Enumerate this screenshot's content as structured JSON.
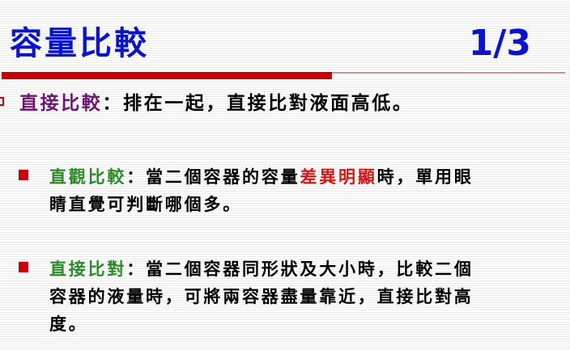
{
  "colors": {
    "title": "#0a14c8",
    "rule": "#c8000a",
    "term": "#6b1470",
    "sub_term": "#2d8a2a",
    "emphasis": "#d01818",
    "text": "#000000"
  },
  "header": {
    "title": "容量比較",
    "page_indicator": "1/3"
  },
  "main_point": {
    "bullet_icon": "hollow-square",
    "term": "直接比較",
    "separator": "：",
    "text": "排在一起，直接比對液面高低。"
  },
  "sub_points": [
    {
      "bullet_icon": "filled-square",
      "term": "直觀比較",
      "separator": "：",
      "line1_before": "當二個容器的容量",
      "line1_emphasis": "差異明顯",
      "line1_after": "時，單用眼",
      "line2": "睛直覺可判斷哪個多。"
    },
    {
      "bullet_icon": "filled-square",
      "term": "直接比對",
      "separator": "：",
      "line1_text": "當二個容器同形狀及大小時，比較二個",
      "line2": "容器的液量時，可將兩容器盡量靠近，直接比對高",
      "line3": "度。"
    }
  ]
}
